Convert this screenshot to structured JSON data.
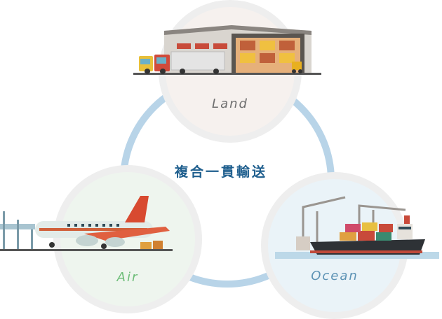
{
  "center_title": "複合一貫輸送",
  "nodes": {
    "land": {
      "label": "Land"
    },
    "air": {
      "label": "Air"
    },
    "ocean": {
      "label": "Ocean"
    }
  },
  "colors": {
    "ring": "#b8d4e8",
    "title": "#1f5f8e",
    "land_label": "#6e6e6e",
    "air_label": "#6dbd78",
    "ocean_label": "#5d93b5"
  }
}
